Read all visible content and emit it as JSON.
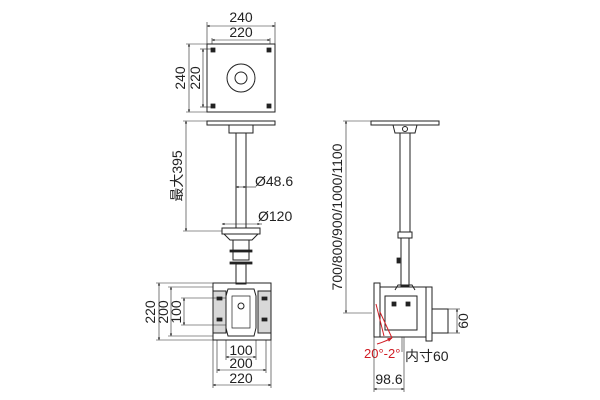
{
  "top_view": {
    "width_outer": "240",
    "width_inner": "220",
    "height_outer": "240",
    "height_inner": "220"
  },
  "front_view": {
    "max_length": "最大395",
    "pipe_diameter": "Ø48.6",
    "base_diameter": "Ø120",
    "plate_height_outer": "220",
    "plate_height_mid": "200",
    "plate_height_inner": "100",
    "plate_width_inner": "100",
    "plate_width_mid": "200",
    "plate_width_outer": "220"
  },
  "side_view": {
    "length_options": "700/800/900/1000/1100",
    "tilt_angle": "20°-2°",
    "bracket_height": "60",
    "inner_dimension": "内寸60",
    "depth": "98.6"
  },
  "colors": {
    "line": "#222222",
    "annotation_red": "#d01c24"
  }
}
